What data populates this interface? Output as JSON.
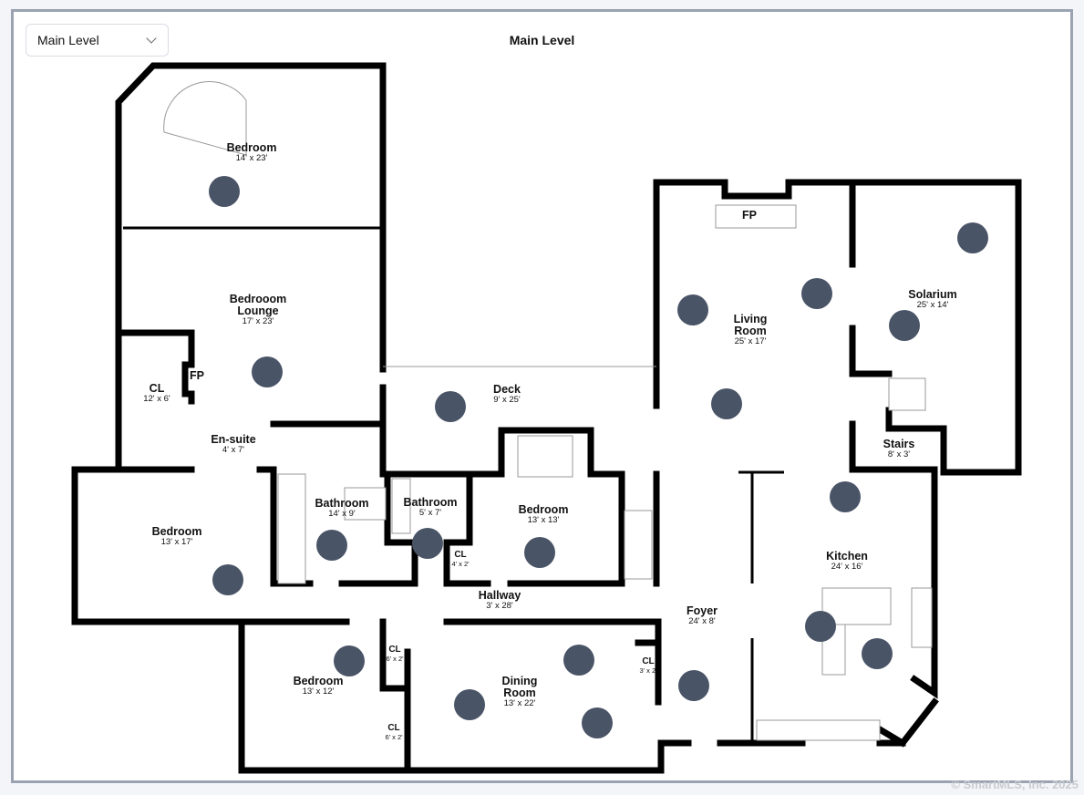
{
  "level_select": {
    "value": "Main Level"
  },
  "plan_title": "Main Level",
  "rooms": [
    {
      "name": "Bedroom",
      "dims": "14' x 23'"
    },
    {
      "name": "Bedrooom\nLounge",
      "dims": "17' x 23'"
    },
    {
      "name": "CL",
      "dims": "12' x 6'"
    },
    {
      "name": "FP",
      "dims": ""
    },
    {
      "name": "En-suite",
      "dims": "4' x 7'"
    },
    {
      "name": "Deck",
      "dims": "9' x 25'"
    },
    {
      "name": "Bedroom",
      "dims": "13' x 17'"
    },
    {
      "name": "Bathroom",
      "dims": "14' x 9'"
    },
    {
      "name": "Bathroom",
      "dims": "5' x 7'"
    },
    {
      "name": "Bedroom",
      "dims": "13' x 13'"
    },
    {
      "name": "CL",
      "dims": "4' x 2'"
    },
    {
      "name": "Hallway",
      "dims": "3' x 28'"
    },
    {
      "name": "FP",
      "dims": ""
    },
    {
      "name": "Living\nRoom",
      "dims": "25' x 17'"
    },
    {
      "name": "Solarium",
      "dims": "25' x 14'"
    },
    {
      "name": "Stairs",
      "dims": "8' x 3'"
    },
    {
      "name": "Kitchen",
      "dims": "24' x 16'"
    },
    {
      "name": "Foyer",
      "dims": "24' x 8'"
    },
    {
      "name": "Bedroom",
      "dims": "13' x 12'"
    },
    {
      "name": "CL",
      "dims": "6' x 2'"
    },
    {
      "name": "CL",
      "dims": "6' x 2'"
    },
    {
      "name": "Dining\nRoom",
      "dims": "13' x 22'"
    },
    {
      "name": "CL",
      "dims": "3' x 2'"
    }
  ],
  "marker_color": "#4a5467",
  "copyright": "© SmartMLS, Inc.  2025"
}
